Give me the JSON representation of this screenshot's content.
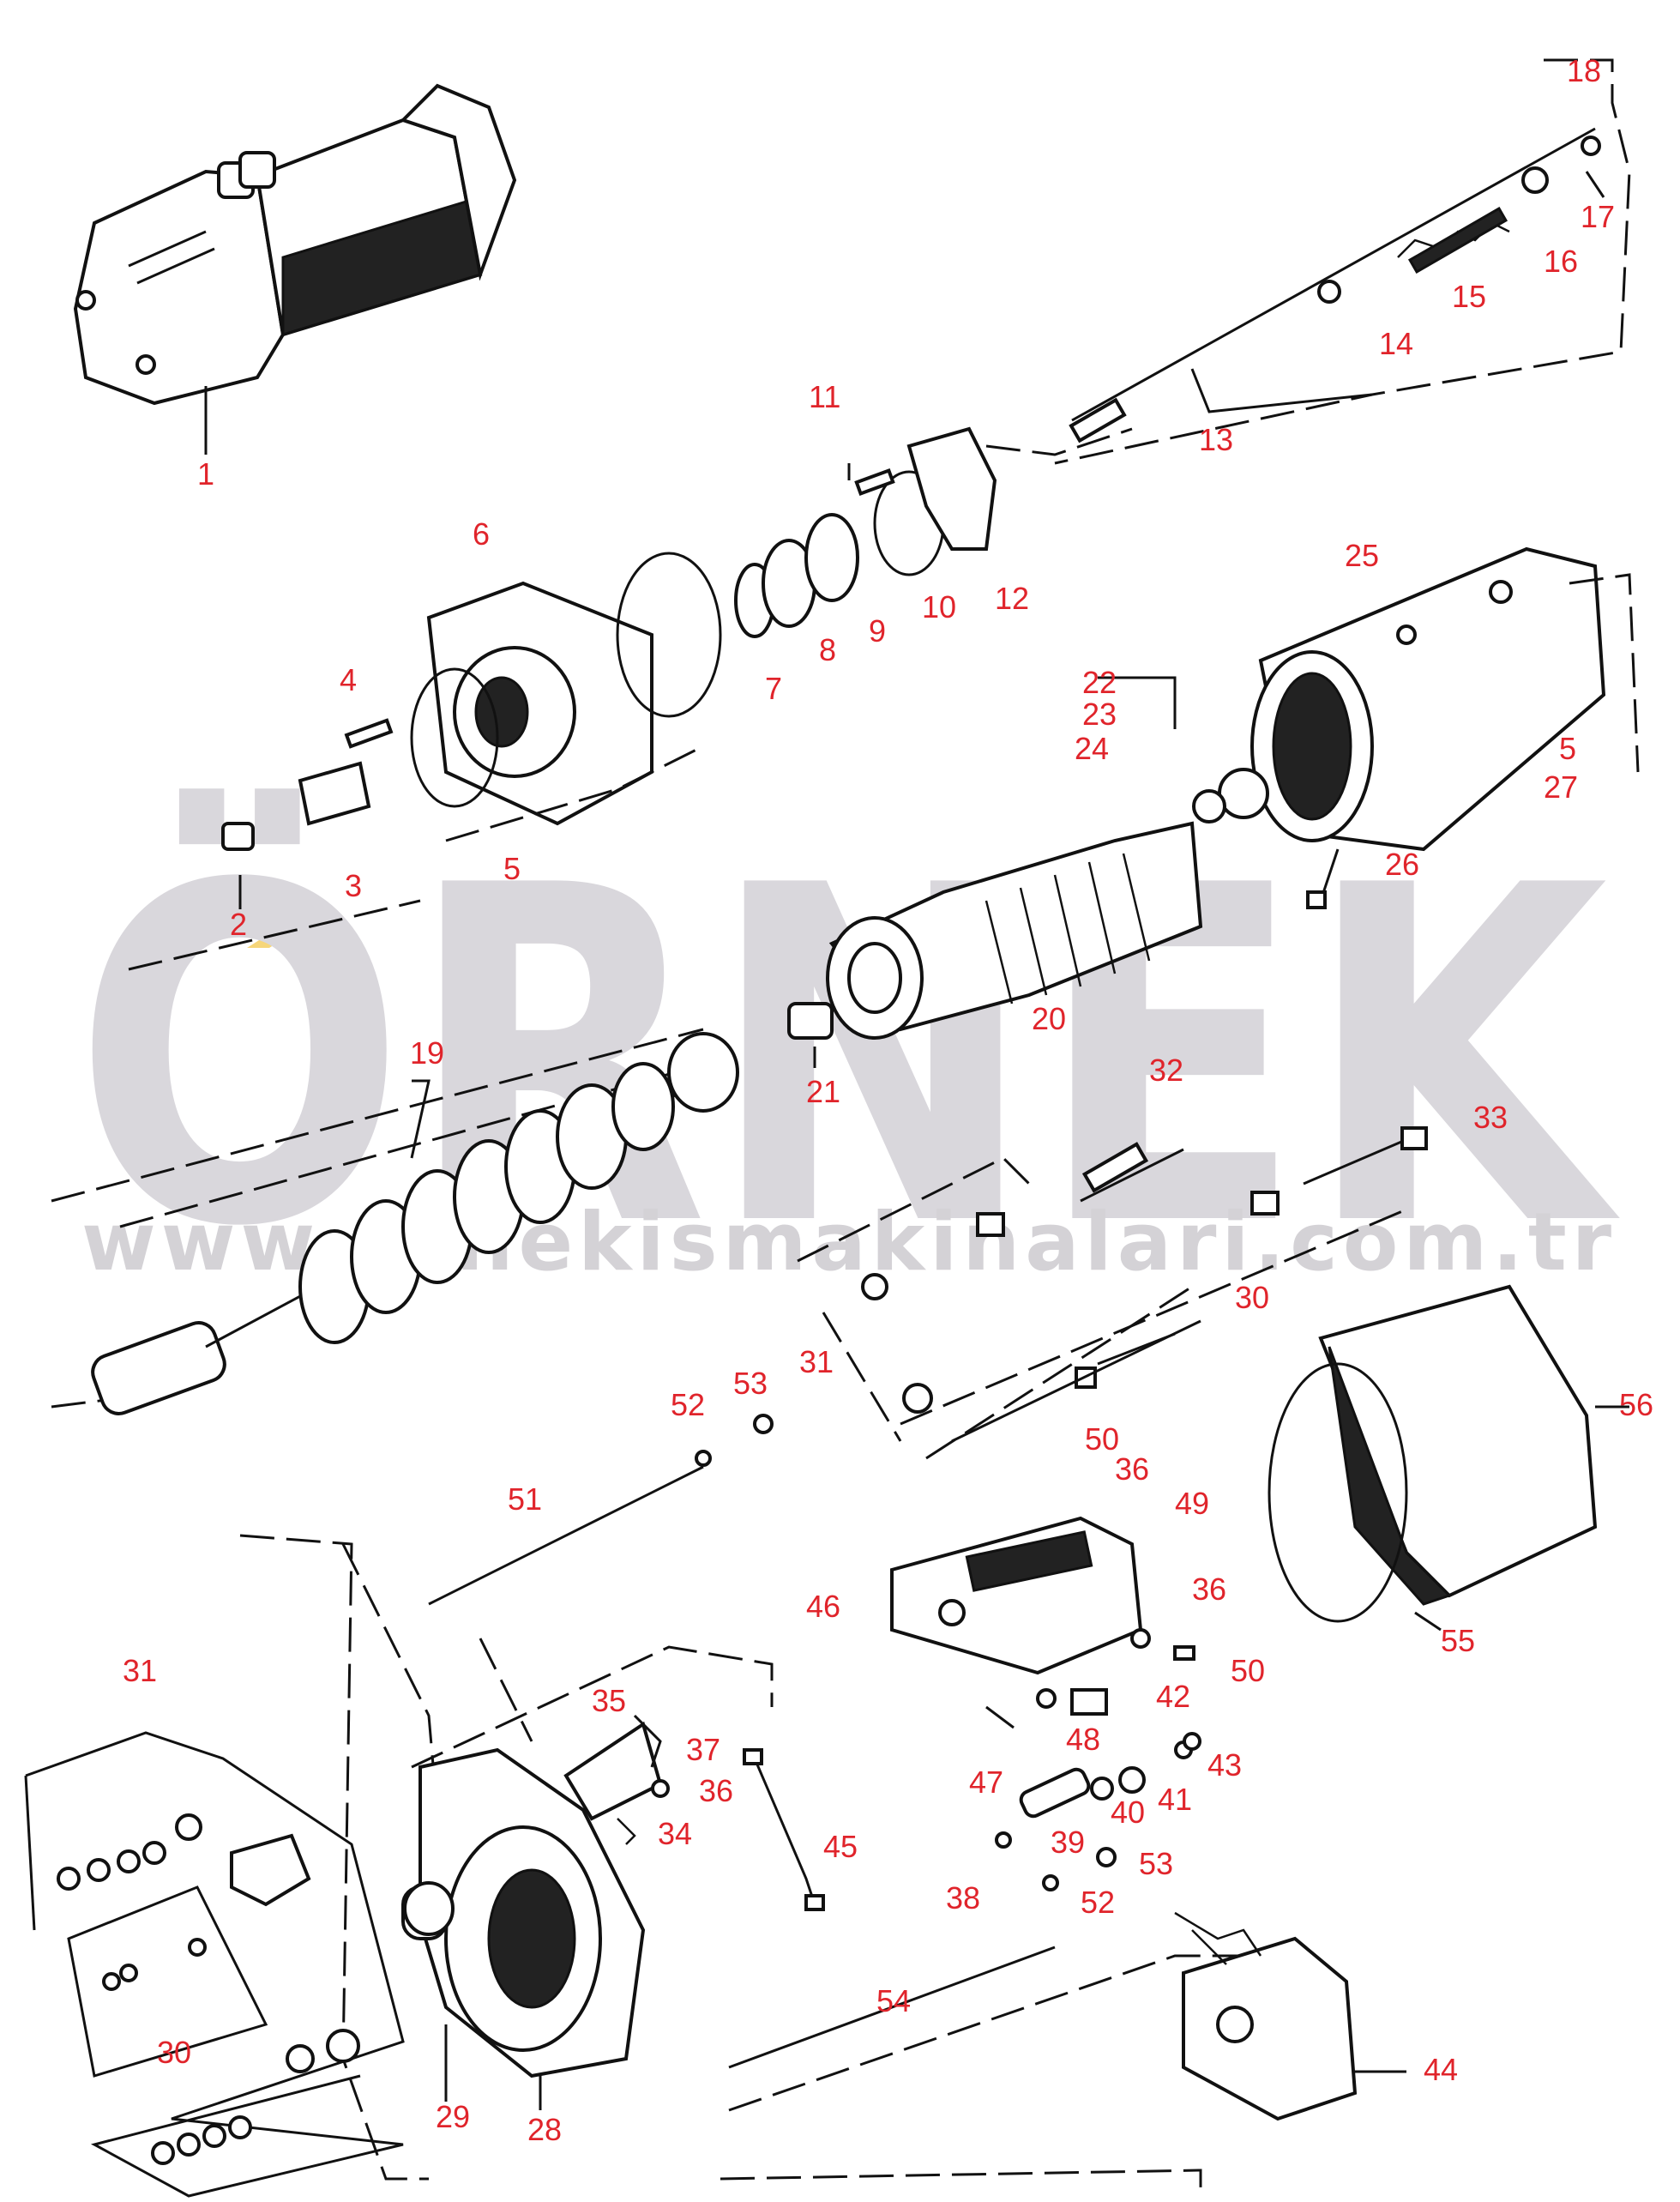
{
  "watermark": {
    "brand": "ÖRNEK",
    "url": "www.ornekismakinalari.com.tr",
    "accent_color": "#f6d67a",
    "watermark_color": "#d9d7dc"
  },
  "label_color": "#e0242b",
  "labels": [
    "1",
    "2",
    "3",
    "4",
    "5",
    "6",
    "7",
    "8",
    "9",
    "10",
    "11",
    "12",
    "13",
    "14",
    "15",
    "16",
    "17",
    "18",
    "22",
    "23",
    "24",
    "25",
    "5",
    "27",
    "26",
    "20",
    "21",
    "19",
    "32",
    "33",
    "30",
    "31",
    "53",
    "52",
    "51",
    "50",
    "36",
    "49",
    "36",
    "50",
    "46",
    "42",
    "48",
    "43",
    "47",
    "41",
    "40",
    "35",
    "37",
    "36",
    "34",
    "45",
    "39",
    "53",
    "38",
    "52",
    "31",
    "30",
    "29",
    "28",
    "54",
    "44",
    "56",
    "55",
    "5"
  ]
}
